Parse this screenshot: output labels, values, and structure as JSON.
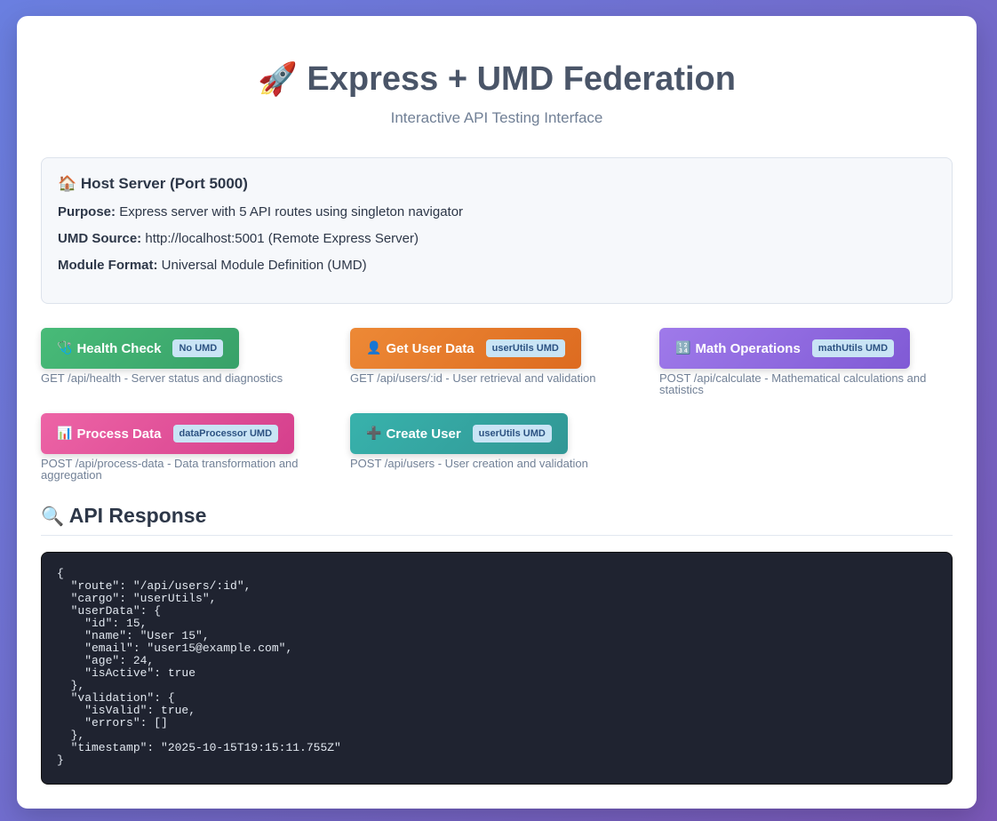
{
  "header": {
    "icon": "🚀",
    "icon_name": "rocket-icon",
    "title": "Express + UMD Federation",
    "subtitle": "Interactive API Testing Interface"
  },
  "info": {
    "icon": "🏠",
    "icon_name": "house-icon",
    "title": "Host Server (Port 5000)",
    "lines": [
      {
        "label": "Purpose:",
        "value": "Express server with 5 API routes using singleton navigator"
      },
      {
        "label": "UMD Source:",
        "value": "http://localhost:5001 (Remote Express Server)"
      },
      {
        "label": "Module Format:",
        "value": "Universal Module Definition (UMD)"
      }
    ]
  },
  "buttons": [
    {
      "icon": "🩺",
      "icon_name": "stethoscope-icon",
      "label": "Health Check",
      "badge": "No UMD",
      "desc": "GET /api/health - Server status and diagnostics",
      "color": "#48bb78"
    },
    {
      "icon": "👤",
      "icon_name": "user-icon",
      "label": "Get User Data",
      "badge": "userUtils UMD",
      "desc": "GET /api/users/:id - User retrieval and validation",
      "color": "#ed8936"
    },
    {
      "icon": "🔢",
      "icon_name": "numbers-icon",
      "label": "Math Operations",
      "badge": "mathUtils UMD",
      "desc": "POST /api/calculate - Mathematical calculations and statistics",
      "color": "#9f7aea"
    },
    {
      "icon": "📊",
      "icon_name": "bar-chart-icon",
      "label": "Process Data",
      "badge": "dataProcessor UMD",
      "desc": "POST /api/process-data - Data transformation and aggregation",
      "color": "#ed64a6"
    },
    {
      "icon": "➕",
      "icon_name": "plus-icon",
      "label": "Create User",
      "badge": "userUtils UMD",
      "desc": "POST /api/users - User creation and validation",
      "color": "#38b2ac"
    }
  ],
  "response": {
    "icon": "🔍",
    "icon_name": "magnifier-icon",
    "title": "API Response",
    "body": "{\n  \"route\": \"/api/users/:id\",\n  \"cargo\": \"userUtils\",\n  \"userData\": {\n    \"id\": 15,\n    \"name\": \"User 15\",\n    \"email\": \"user15@example.com\",\n    \"age\": 24,\n    \"isActive\": true\n  },\n  \"validation\": {\n    \"isValid\": true,\n    \"errors\": []\n  },\n  \"timestamp\": \"2025-10-15T19:15:11.755Z\"\n}"
  }
}
